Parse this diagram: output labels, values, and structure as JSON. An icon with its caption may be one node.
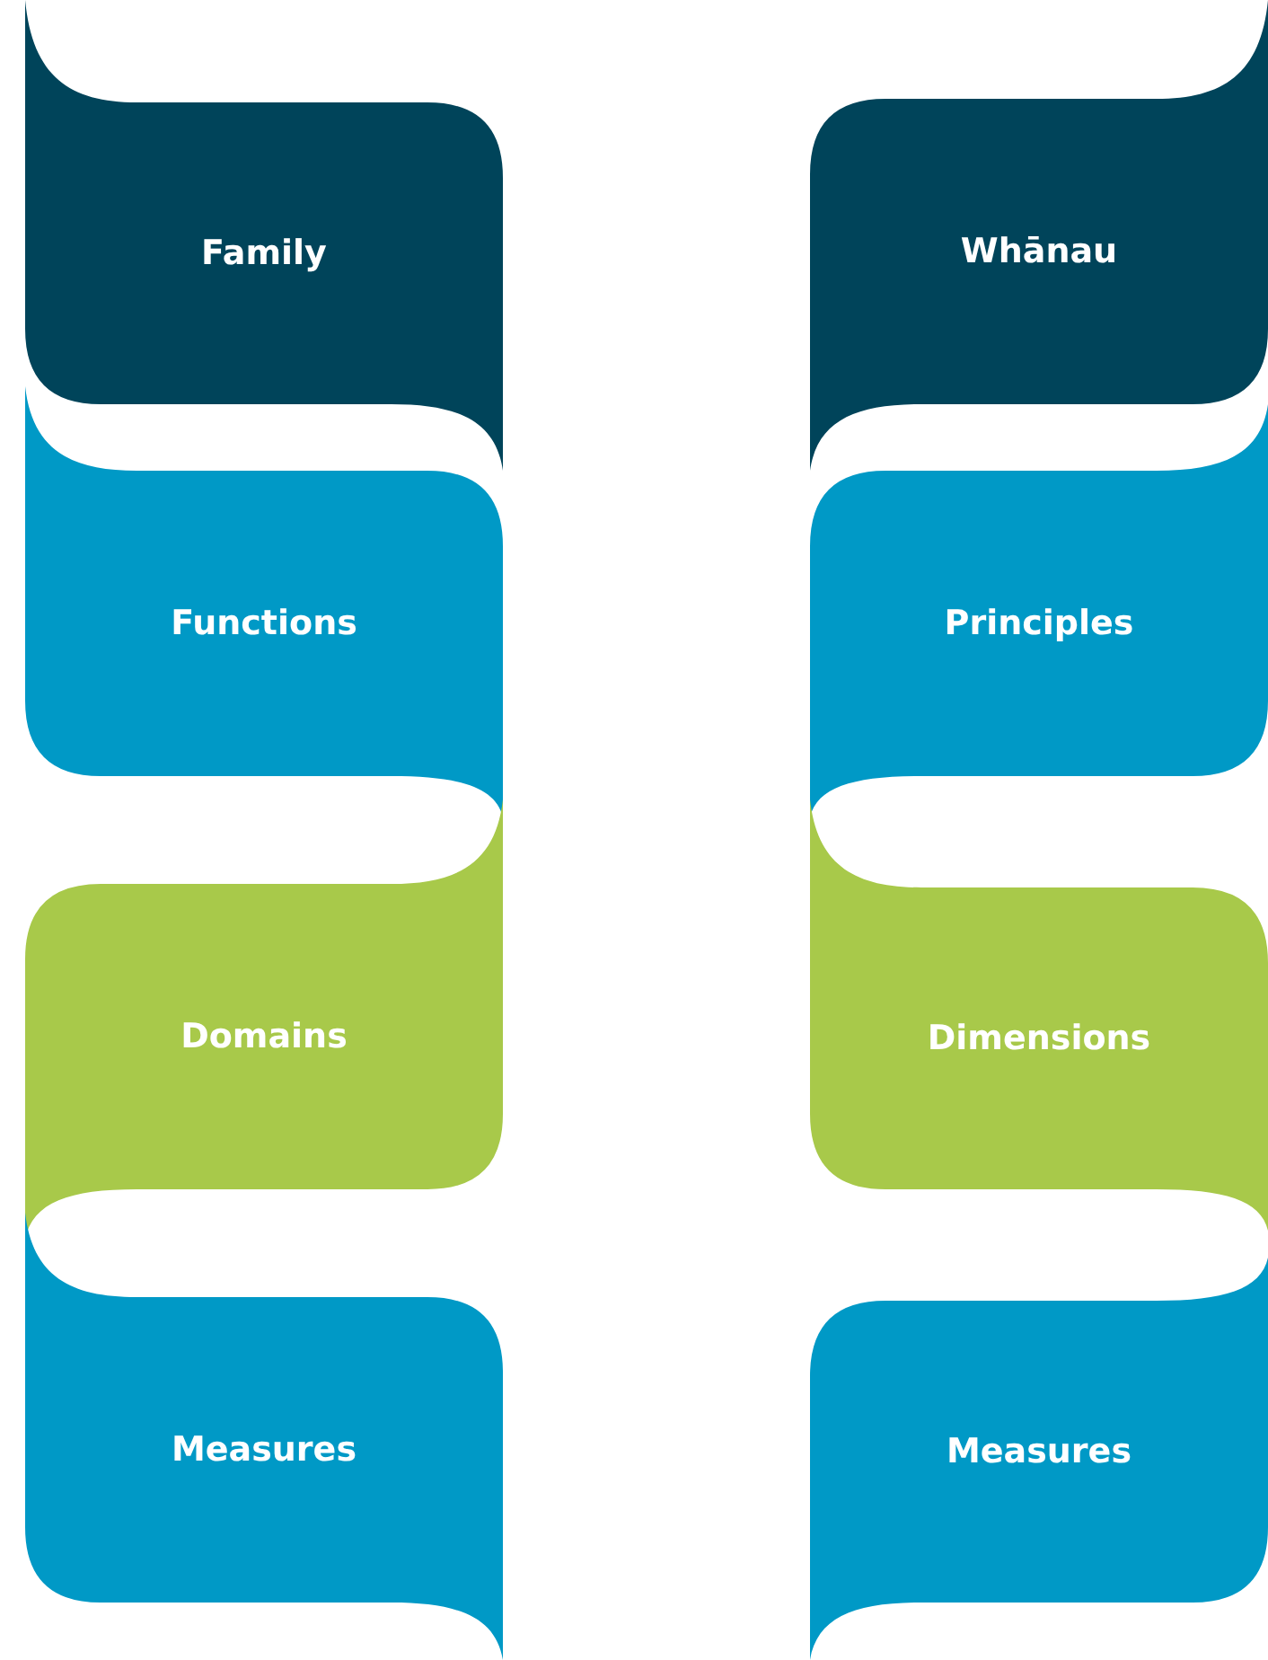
{
  "diagram": {
    "nodes": [
      {
        "text": [
          "Family"
        ]
      },
      {
        "text": [
          "Functions"
        ]
      },
      {
        "text": [
          "Domains"
        ]
      },
      {
        "text": [
          "Measures"
        ]
      },
      {
        "text": [
          "Whānau"
        ]
      },
      {
        "text": [
          "Principles"
        ]
      },
      {
        "text": [
          "Dimensions"
        ]
      },
      {
        "text": [
          "Measures"
        ]
      }
    ]
  }
}
